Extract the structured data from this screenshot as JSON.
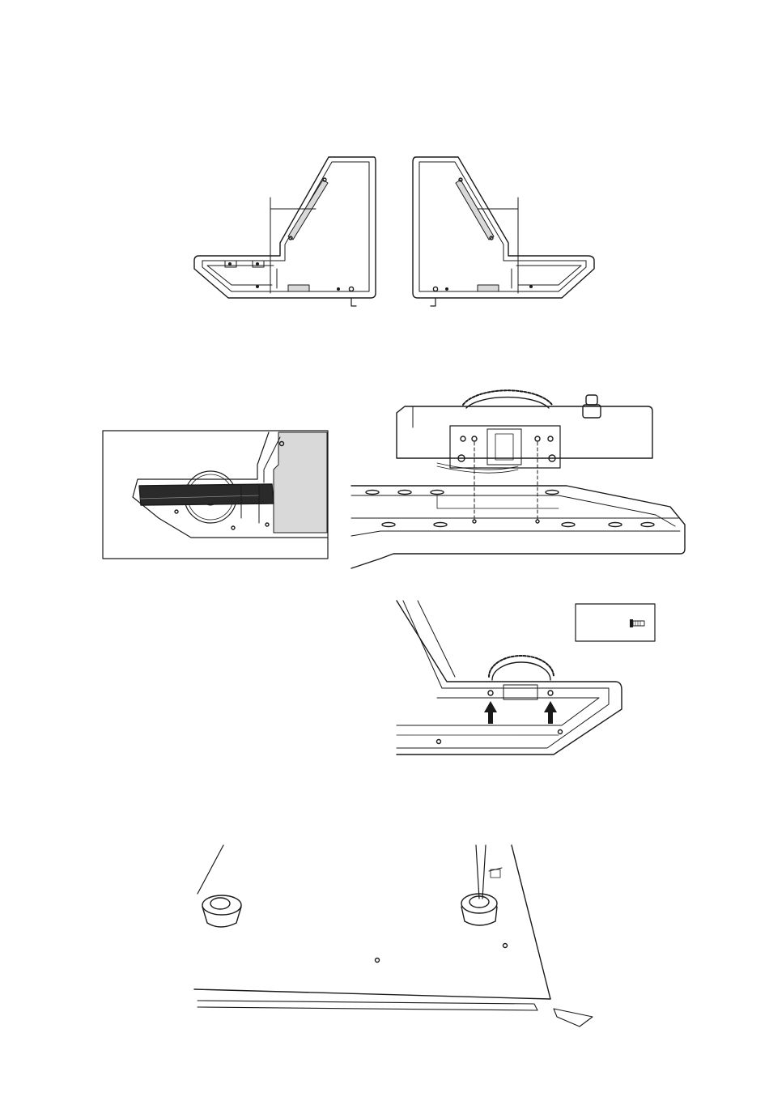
{
  "page": {
    "kind": "assembly-instructions",
    "figures": [
      {
        "id": "side-panels",
        "caption": ""
      },
      {
        "id": "inset-panel-alignment",
        "caption": ""
      },
      {
        "id": "control-unit-to-base",
        "caption": ""
      },
      {
        "id": "screw-holes-with-arrows",
        "caption": "",
        "inset_label": ""
      },
      {
        "id": "feet-and-screwdriver",
        "caption": ""
      }
    ]
  },
  "colors": {
    "line": "#1a1a1a",
    "shade_light": "#d9d9d9",
    "shade_dark": "#2a2a2a",
    "background": "#ffffff"
  },
  "icons": [
    "screw-icon",
    "arrow-up-icon",
    "screwdriver-icon",
    "rubber-foot-icon"
  ]
}
